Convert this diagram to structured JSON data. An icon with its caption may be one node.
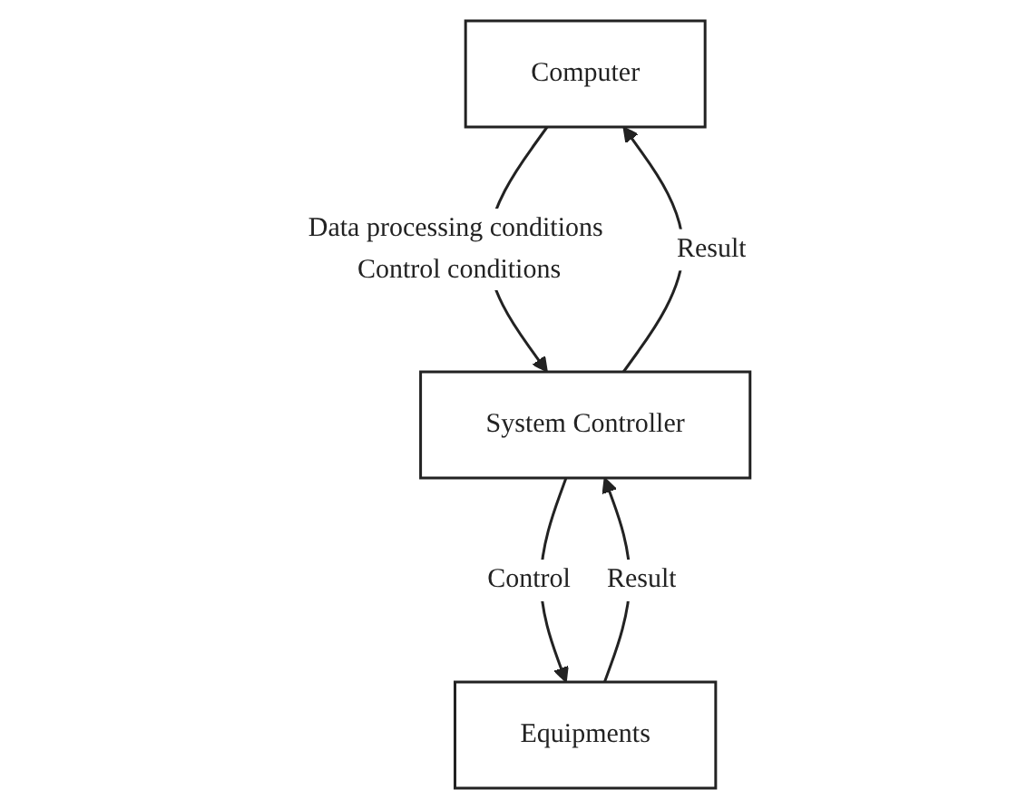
{
  "diagram": {
    "nodes": [
      {
        "text": [
          "Computer"
        ]
      },
      {
        "text": [
          "System Controller"
        ]
      },
      {
        "text": [
          "Equipments"
        ]
      }
    ],
    "edges": [
      {
        "from": 0,
        "to": 1,
        "arrow": "to",
        "label": "Data processing conditions Control conditions"
      },
      {
        "from": 1,
        "to": 0,
        "arrow": "to",
        "label": "Result"
      },
      {
        "from": 1,
        "to": 2,
        "arrow": "to",
        "label": "Control"
      },
      {
        "from": 2,
        "to": 1,
        "arrow": "to",
        "label": "Result"
      }
    ]
  }
}
